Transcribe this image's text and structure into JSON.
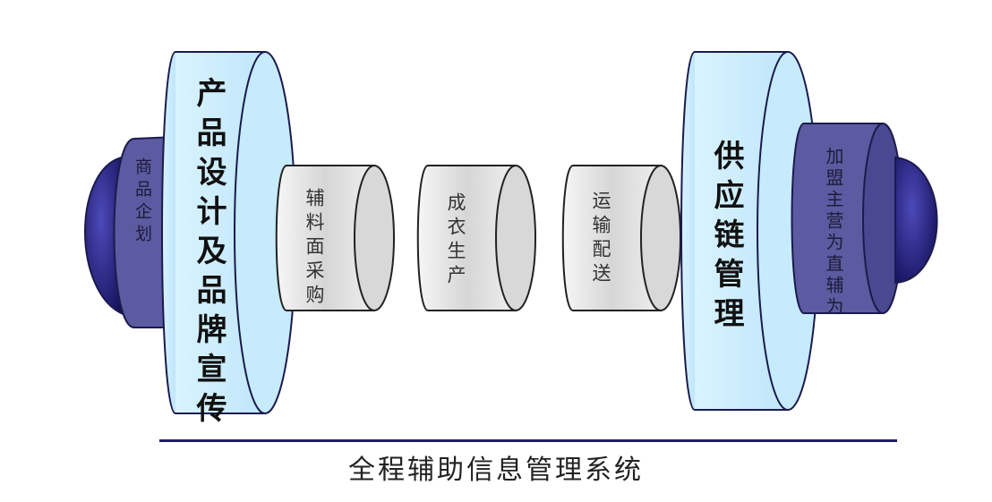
{
  "diagram": {
    "left_hub": {
      "text": "商品企划"
    },
    "left_wheel": {
      "text": "产品设计及品牌宣传"
    },
    "cylinder_1": {
      "text": "辅料面采购"
    },
    "cylinder_2": {
      "text": "成衣生产"
    },
    "cylinder_3": {
      "text": "运输配送"
    },
    "right_wheel": {
      "text": "供应链管理"
    },
    "right_hub": {
      "text": "加盟主营为直辅为"
    },
    "caption": "全程辅助信息管理系统"
  },
  "colors": {
    "wheel_fill": "#cfeefc",
    "wheel_stroke": "#1b1b4d",
    "hub_fill": "#5c5aa0",
    "cap_fill": "#232088",
    "cylinder_fill": "#e6e6e6",
    "baseline": "#1c1c6e"
  }
}
